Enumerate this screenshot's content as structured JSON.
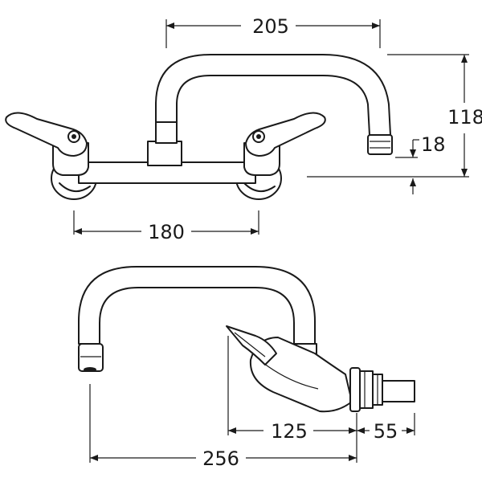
{
  "dimensions": {
    "top_width": "205",
    "height": "118",
    "spout_drop": "18",
    "centres": "180",
    "projection": "125",
    "wall_body": "55",
    "overall_reach": "256"
  }
}
